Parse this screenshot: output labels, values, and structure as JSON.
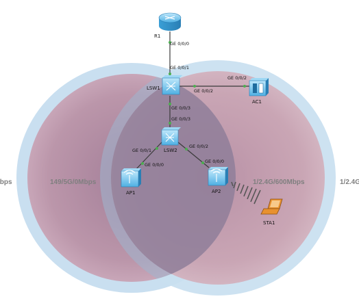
{
  "colors": {
    "ring": "#c9dff0",
    "ring_inner_edge": "#a9c9e6",
    "fill_left": "#b58fa6",
    "fill_right": "#c79aa9",
    "overlap": "#8b6f8b",
    "link": "#3a3a3a",
    "port_dot": "#4caf50",
    "device": "#6fc3ec",
    "device_dark": "#2f8fc5",
    "laptop": "#e8912f"
  },
  "devices": {
    "r1": {
      "label": "R1",
      "icon": "router-icon"
    },
    "lsw1": {
      "label": "LSW1",
      "icon": "switch-icon"
    },
    "lsw2": {
      "label": "LSW2",
      "icon": "switch-icon"
    },
    "ac1": {
      "label": "AC1",
      "icon": "access-controller-icon"
    },
    "ap1": {
      "label": "AP1",
      "icon": "access-point-icon"
    },
    "ap2": {
      "label": "AP2",
      "icon": "access-point-icon"
    },
    "sta1": {
      "label": "STA1",
      "icon": "laptop-icon"
    }
  },
  "links": [
    {
      "name": "r1-lsw1",
      "a_port": "GE 0/0/0",
      "b_port": "GE 0/0/1"
    },
    {
      "name": "lsw1-ac1",
      "a_port": "GE 0/0/2",
      "b_port": "GE 0/0/2"
    },
    {
      "name": "lsw1-lsw2",
      "a_port": "GE 0/0/3",
      "b_port": "GE 0/0/3"
    },
    {
      "name": "lsw2-ap1",
      "a_port": "GE 0/0/1",
      "b_port": "GE 0/0/0"
    },
    {
      "name": "lsw2-ap2",
      "a_port": "GE 0/0/2",
      "b_port": "GE 0/0/0"
    }
  ],
  "coverage": {
    "left_rate": "149/5G/0Mbps",
    "left_edge_rate": "lbps",
    "right_rate": "1/2.4G/600Mbps",
    "right_edge_rate": "1/2.4G"
  }
}
